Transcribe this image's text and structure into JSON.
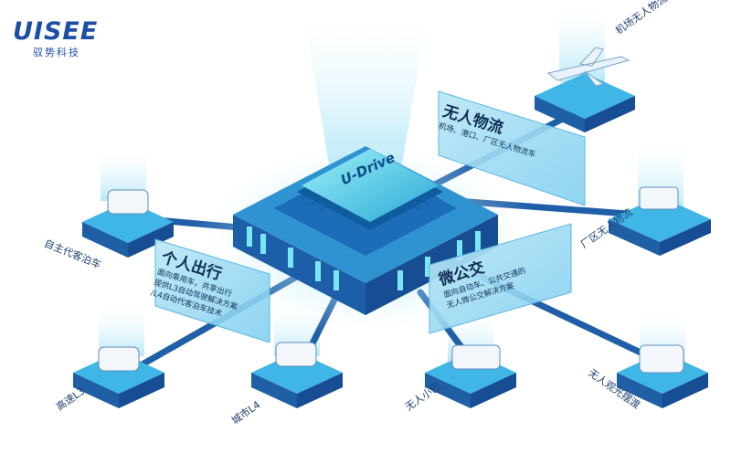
{
  "brand": {
    "wordmark": "UISEE",
    "name_cn": "驭势科技"
  },
  "chip": {
    "text": "U-Drive"
  },
  "panels": {
    "logistics": {
      "title": "无人物流",
      "desc": "机场、港口、厂区无人物流车"
    },
    "personal": {
      "title": "个人出行",
      "desc": [
        "面向乘用车，共享出行",
        "提供L3自动驾驶解决方案",
        "/L4自动代客泊车技术"
      ]
    },
    "bus": {
      "title": "微公交",
      "desc": [
        "面向自动车、公共交通的",
        "无人微公交解决方案"
      ]
    }
  },
  "nodes": {
    "airport": "机场无人物流",
    "factory": "厂区无人物流",
    "valet": "自主代客泊车",
    "highway": "高速L3",
    "city": "城市L4",
    "minibus": "无人小巴",
    "tour": "无人观光摆渡"
  },
  "colors": {
    "brand": "#1b4fa3",
    "connector": "#1f5fa8",
    "chip_glow": "#7ae6f2",
    "platform_top": "#3fb6e6",
    "platform_side": "#1e5fa6"
  }
}
